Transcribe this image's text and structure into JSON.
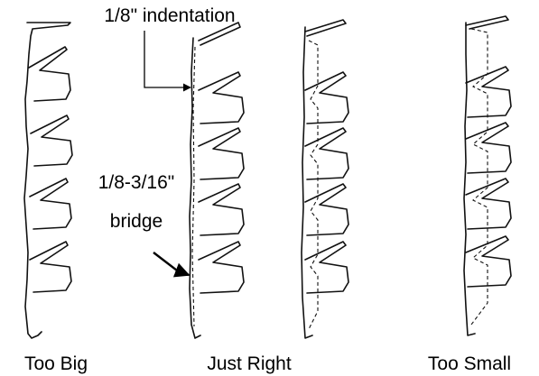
{
  "annotations": {
    "indentation": "1/8\" indentation",
    "bridge_line1": "1/8-3/16\"",
    "bridge_line2": "bridge"
  },
  "panels": [
    {
      "id": "too-big",
      "caption": "Too Big"
    },
    {
      "id": "just-right",
      "caption": "Just Right"
    },
    {
      "id": "too-small",
      "caption": "Too Small"
    }
  ]
}
